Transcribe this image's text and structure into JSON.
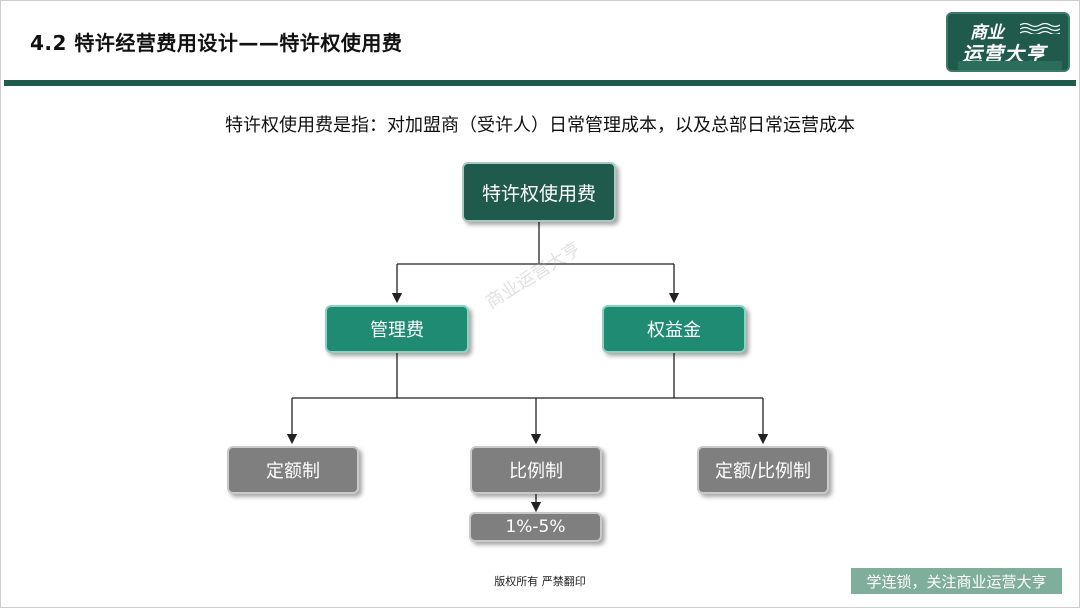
{
  "title": "4.2 特许经营费用设计——特许权使用费",
  "logo": {
    "line1": "商业",
    "line2": "运营大亨"
  },
  "intro": "特许权使用费是指：对加盟商（受许人）日常管理成本，以及总部日常运营成本",
  "diagram": {
    "root": "特许权使用费",
    "left": "管理费",
    "right": "权益金",
    "leaf1": "定额制",
    "leaf2": "比例制",
    "leaf3": "定额/比例制",
    "sub": "1%-5%"
  },
  "watermark": "商业运营大亨",
  "footer": "版权所有 严禁翻印",
  "cta": "学连锁，关注商业运营大亨",
  "colors": {
    "primary": "#1f5a4c",
    "accent": "#1f8b72",
    "grey": "#7f7f7f",
    "cta": "#7fae9c"
  }
}
